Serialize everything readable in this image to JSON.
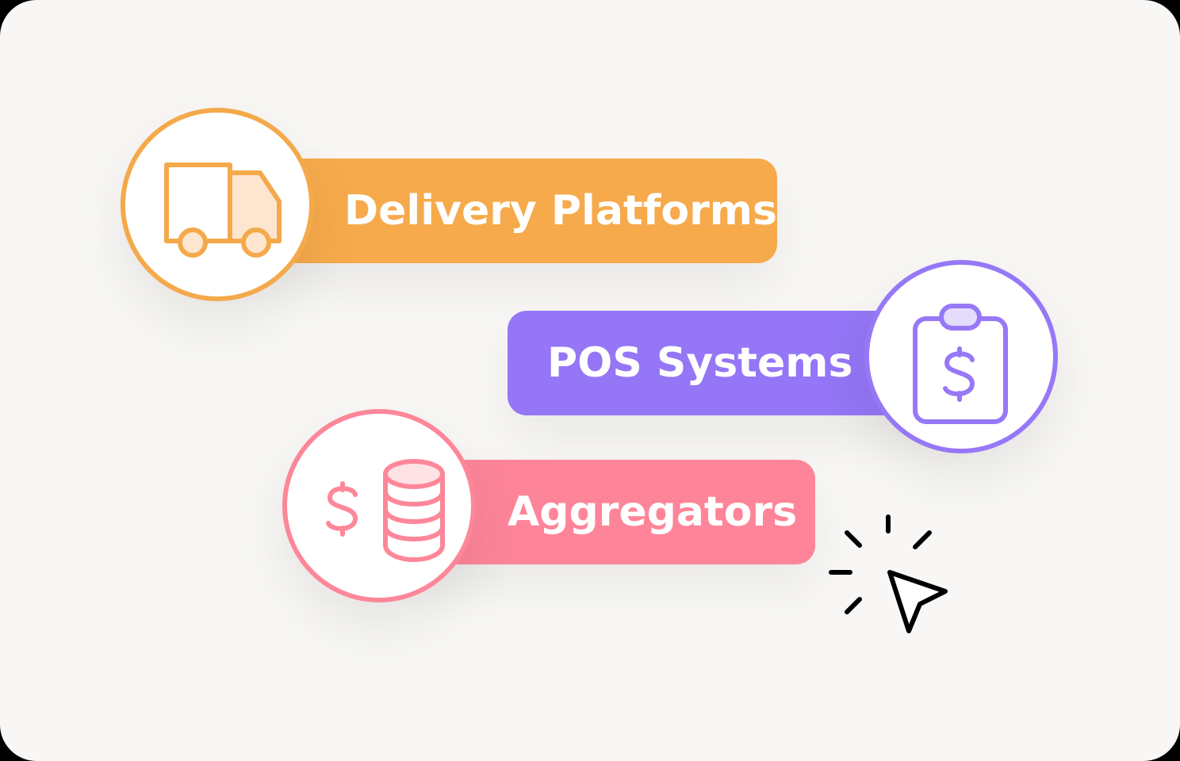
{
  "items": {
    "delivery": {
      "label": "Delivery Platforms",
      "icon": "delivery-truck-icon",
      "color": "#f6aa4b"
    },
    "pos": {
      "label": "POS Systems",
      "icon": "clipboard-dollar-icon",
      "color": "#9476f6"
    },
    "aggregators": {
      "label": "Aggregators",
      "icon": "dollar-coin-stack-icon",
      "color": "#fe8599"
    }
  },
  "pointer": {
    "icon": "cursor-click-icon"
  },
  "colors": {
    "background": "#f8f7f5"
  }
}
